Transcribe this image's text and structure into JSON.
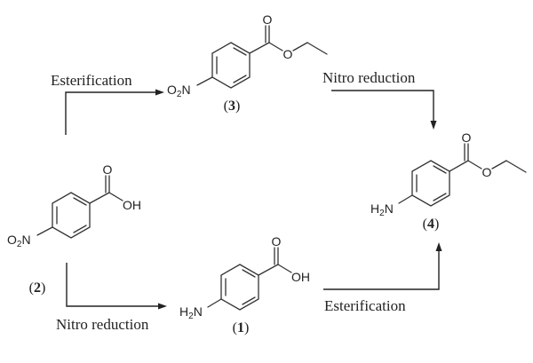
{
  "title": "Synthetic routes to ethyl 4-aminobenzoate",
  "compounds": {
    "c2": {
      "id_label": "(2)",
      "id_num": "2",
      "substituent_left": "O",
      "sub_left_sub": "2",
      "sub_left_tail": "N",
      "group_right": "OH",
      "carbonyl_o": "O"
    },
    "c3": {
      "id_label": "(3)",
      "id_num": "3",
      "substituent_left": "O",
      "sub_left_sub": "2",
      "sub_left_tail": "N",
      "ester_o": "O",
      "carbonyl_o": "O"
    },
    "c1": {
      "id_label": "(1)",
      "id_num": "1",
      "substituent_left": "H",
      "sub_left_sub": "2",
      "sub_left_tail": "N",
      "group_right": "OH",
      "carbonyl_o": "O"
    },
    "c4": {
      "id_label": "(4)",
      "id_num": "4",
      "substituent_left": "H",
      "sub_left_sub": "2",
      "sub_left_tail": "N",
      "ester_o": "O",
      "carbonyl_o": "O"
    }
  },
  "steps": {
    "top_left": "Esterification",
    "top_right": "Nitro reduction",
    "bottom_left": "Nitro reduction",
    "bottom_right": "Esterification"
  }
}
